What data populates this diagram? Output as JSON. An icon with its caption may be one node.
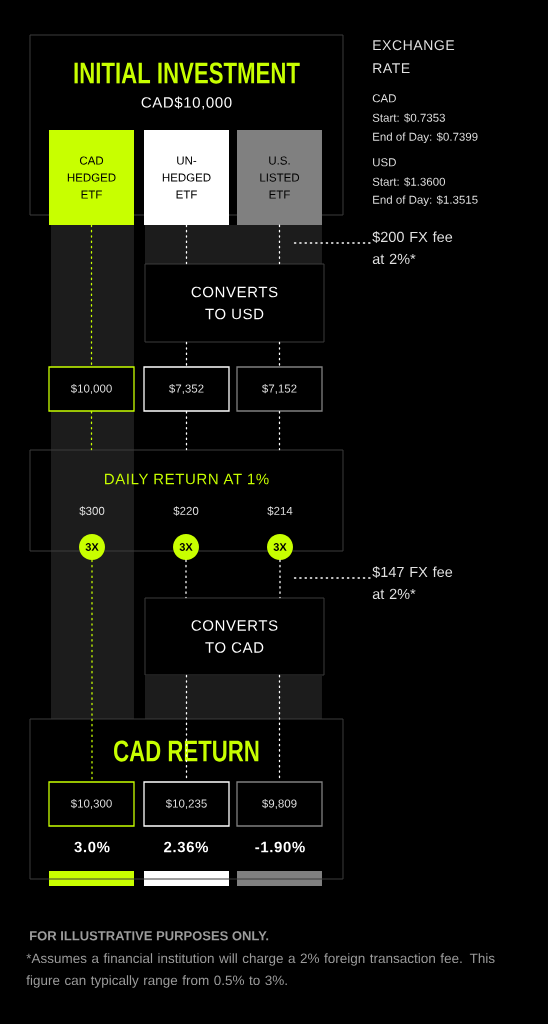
{
  "diagram": {
    "nodes": [
      {
        "text": [
          "INITIAL INVESTMENT",
          "CAD$10,000"
        ]
      },
      {
        "text": [
          "CAD HEDGED ETF"
        ]
      },
      {
        "text": [
          "UN- HEDGED ETF"
        ]
      },
      {
        "text": [
          "U.S. LISTED ETF"
        ]
      },
      {
        "text": [
          "CONVERTS TO USD"
        ]
      },
      {
        "text": [
          "$200 FX fee at 2%*"
        ]
      },
      {
        "text": [
          "$10,000"
        ]
      },
      {
        "text": [
          "$7,352"
        ]
      },
      {
        "text": [
          "$7,152"
        ]
      },
      {
        "text": [
          "DAILY RETURN AT 1%"
        ]
      },
      {
        "text": [
          "$300"
        ],
        "in": 9
      },
      {
        "text": [
          "$220"
        ],
        "in": 9
      },
      {
        "text": [
          "$214"
        ],
        "in": 9
      },
      {
        "text": [
          "3X"
        ]
      },
      {
        "text": [
          "3X"
        ]
      },
      {
        "text": [
          "3X"
        ]
      },
      {
        "text": [
          "$147 FX fee at 2%*"
        ]
      },
      {
        "text": [
          "CONVERTS TO CAD"
        ]
      },
      {
        "text": [
          "CAD RETURN"
        ]
      },
      {
        "text": [
          "$10,300"
        ],
        "in": 18
      },
      {
        "text": [
          "$10,235"
        ],
        "in": 18
      },
      {
        "text": [
          "$9,809"
        ],
        "in": 18
      },
      {
        "text": [
          "3.0%"
        ],
        "in": 18
      },
      {
        "text": [
          "2.36%"
        ],
        "in": 18
      },
      {
        "text": [
          "-1.90%"
        ],
        "in": 18
      }
    ],
    "edges": [
      {
        "from": 1,
        "to": 6,
        "arrow": "none",
        "style": "dashed",
        "color": "#c8ff00"
      },
      {
        "from": 2,
        "to": 4,
        "arrow": "none",
        "style": "dashed"
      },
      {
        "from": 3,
        "to": 4,
        "arrow": "none",
        "style": "dashed"
      },
      {
        "from": 5,
        "to": null,
        "arrow": "none",
        "style": "dashed"
      },
      {
        "from": 4,
        "to": 7,
        "arrow": "none",
        "style": "dashed"
      },
      {
        "from": 4,
        "to": 8,
        "arrow": "none",
        "style": "dashed"
      },
      {
        "from": 6,
        "to": 9,
        "arrow": "none",
        "style": "dashed",
        "color": "#c8ff00"
      },
      {
        "from": 7,
        "to": 9,
        "arrow": "none",
        "style": "dashed"
      },
      {
        "from": 8,
        "to": 9,
        "arrow": "none",
        "style": "dashed"
      },
      {
        "from": 13,
        "to": 19,
        "arrow": "none",
        "style": "dashed",
        "color": "#c8ff00"
      },
      {
        "from": 14,
        "to": 17,
        "arrow": "none",
        "style": "dashed"
      },
      {
        "from": 15,
        "to": 17,
        "arrow": "none",
        "style": "dashed"
      },
      {
        "from": 16,
        "to": null,
        "arrow": "none",
        "style": "dashed"
      },
      {
        "from": 17,
        "to": 20,
        "arrow": "none",
        "style": "dashed"
      },
      {
        "from": 17,
        "to": 21,
        "arrow": "none",
        "style": "dashed"
      }
    ],
    "labels": [
      "EXCHANGE RATE",
      "CAD",
      "Start: $0.7353",
      "End of Day: $0.7399",
      "USD",
      "Start: $1.3600",
      "End of Day: $1.3515",
      "FOR ILLUSTRATIVE PURPOSES ONLY.",
      "*Assumes a financial institution will charge a 2% foreign transaction fee. This figure can typically range from 0.5% to 3%."
    ]
  }
}
